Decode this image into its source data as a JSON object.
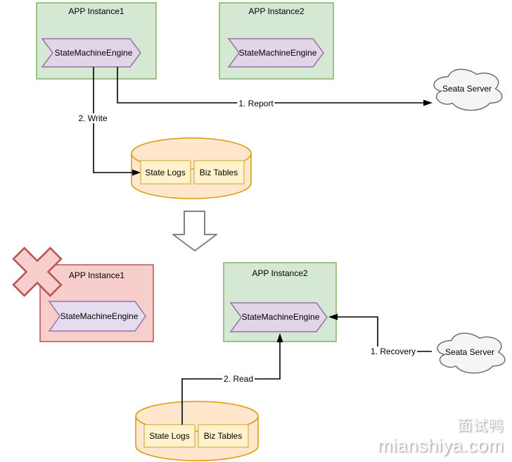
{
  "top_flow": {
    "instance1": {
      "title": "APP Instance1",
      "engine_label": "StateMachineEngine"
    },
    "instance2": {
      "title": "APP Instance2",
      "engine_label": "StateMachineEngine"
    },
    "seata_cloud_label": "Seata Server",
    "database": {
      "state_logs_label": "State Logs",
      "biz_tables_label": "Biz Tables"
    },
    "edge_labels": {
      "report": "1. Report",
      "write": "2. Write"
    }
  },
  "bottom_flow": {
    "instance1": {
      "title": "APP Instance1",
      "engine_label": "StateMachineEngine"
    },
    "instance2": {
      "title": "APP Instance2",
      "engine_label": "StateMachineEngine"
    },
    "seata_cloud_label": "Seata Server",
    "database": {
      "state_logs_label": "State Logs",
      "biz_tables_label": "Biz Tables"
    },
    "edge_labels": {
      "recovery": "1. Recovery",
      "read": "2. Read"
    }
  },
  "watermark": {
    "line1": "面试鸭",
    "line2": "mianshiya.com"
  },
  "colors": {
    "app_box_fill": "#d5e8d4",
    "app_box_stroke": "#82b366",
    "engine_fill": "#e1d5e7",
    "engine_stroke": "#9673a6",
    "failed_fill": "#f8cecc",
    "failed_stroke": "#b85450",
    "db_fill": "#ffe6cc",
    "db_stroke": "#d79b00",
    "table_fill": "#fff2cc",
    "table_stroke": "#d6b656",
    "cloud_fill": "#f5f5f5",
    "cloud_stroke": "#666666",
    "transition_arrow_stroke": "#808080",
    "connector": "#000000"
  }
}
